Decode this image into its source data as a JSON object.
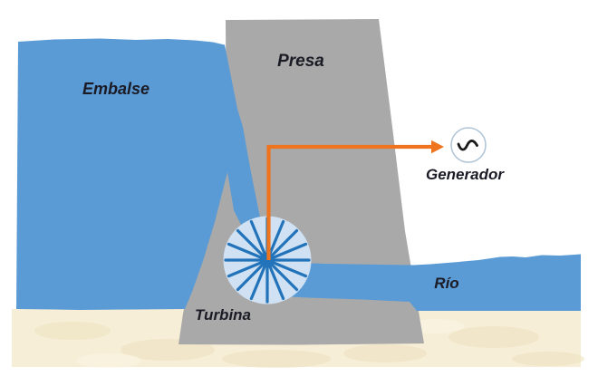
{
  "diagram": {
    "type": "hydroelectric-dam-schematic",
    "labels": {
      "reservoir": "Embalse",
      "dam": "Presa",
      "generator": "Generador",
      "turbine": "Turbina",
      "river": "Río"
    },
    "colors": {
      "water": "#5b9bd5",
      "dam": "#a9a9a9",
      "turbine_fill": "#cfe1f3",
      "turbine_spokes": "#2273b9",
      "arrow": "#ee7420",
      "ground": "#f6eed6",
      "ground_mottle_dark": "#ede1bf",
      "ground_mottle_light": "#fbf6e8",
      "generator_ring": "#b3c6d8",
      "sine_glyph": "#1a1a1a",
      "label_text": "#1b1b26"
    }
  }
}
